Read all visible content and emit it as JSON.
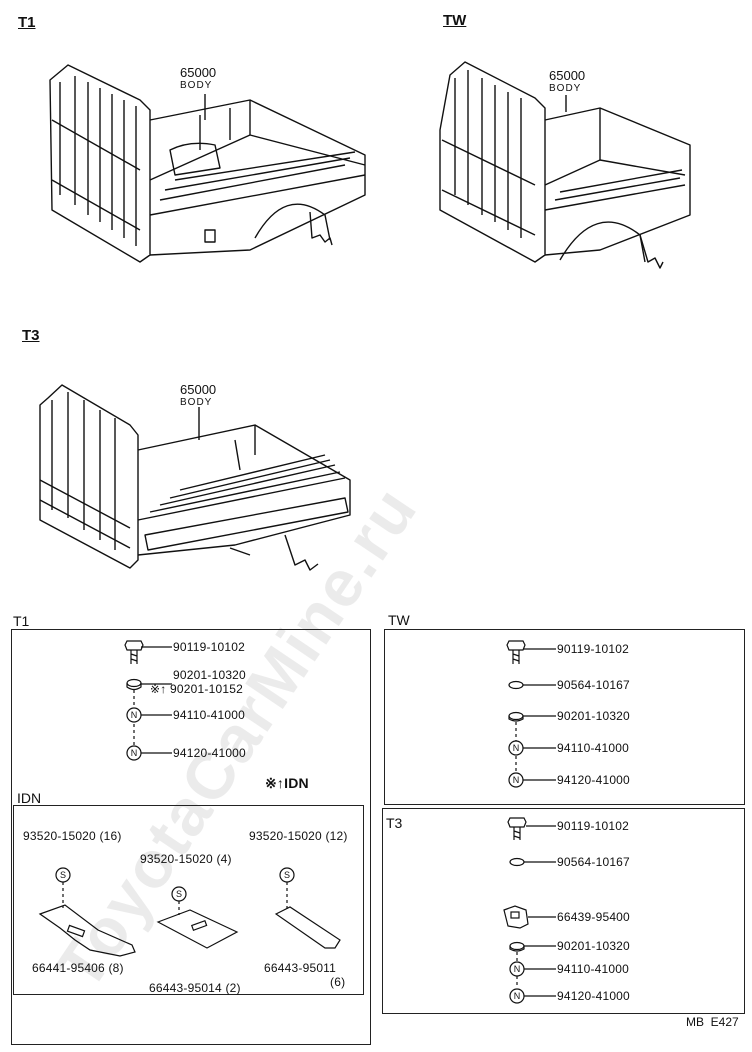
{
  "watermark": "ToyotaCarMine.ru",
  "sections": {
    "t1": "T1",
    "tw": "TW",
    "t3": "T3"
  },
  "body_label": {
    "part": "65000",
    "name": "BODY"
  },
  "boxes": {
    "t1": {
      "title": "T1",
      "parts": [
        "90119-10102",
        "90201-10320",
        "90201-10152",
        "94110-41000",
        "94120-41000"
      ],
      "note_label": "※↑IDN",
      "note_marker": "※↑",
      "nut_letter": "N"
    },
    "idn": {
      "title": "IDN",
      "screws": [
        "93520-15020 (16)",
        "93520-15020 (4)",
        "93520-15020 (12)"
      ],
      "plates": [
        "66441-95406 (8)",
        "66443-95014 (2)",
        "66443-95011",
        "(6)"
      ],
      "screw_letter": "S"
    },
    "tw": {
      "title": "TW",
      "parts": [
        "90119-10102",
        "90564-10167",
        "90201-10320",
        "94110-41000",
        "94120-41000"
      ]
    },
    "t3": {
      "title": "T3",
      "parts": [
        "90119-10102",
        "90564-10167",
        "66439-95400",
        "90201-10320",
        "94110-41000",
        "94120-41000"
      ]
    }
  },
  "footer_code": "MB  E427"
}
